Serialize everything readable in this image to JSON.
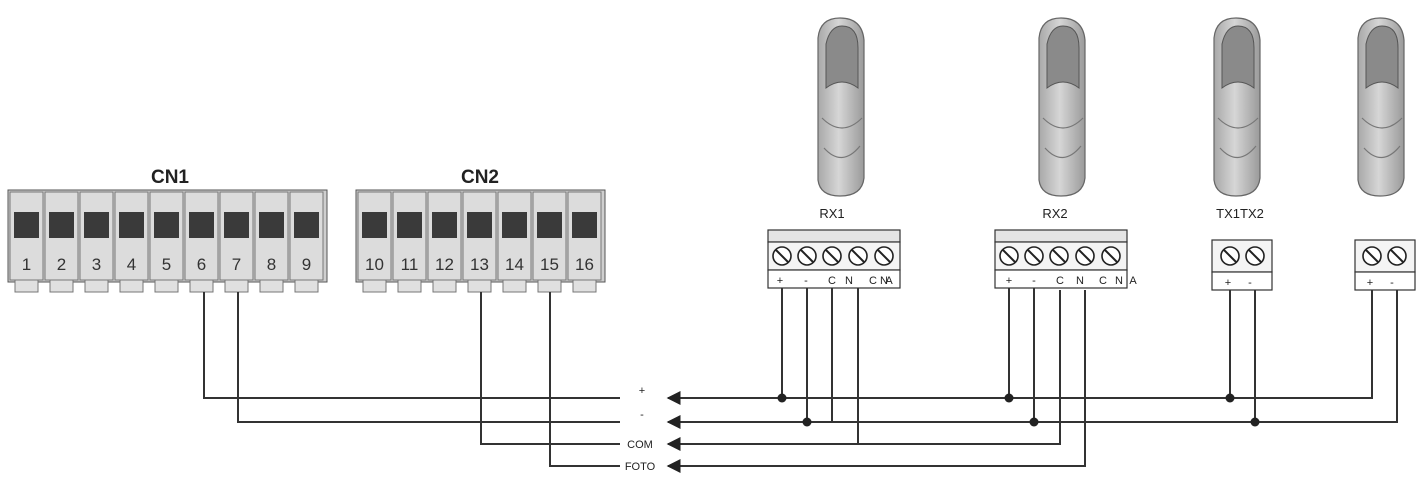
{
  "connectors": {
    "cn1": {
      "label": "CN1",
      "terminals": [
        "1",
        "2",
        "3",
        "4",
        "5",
        "6",
        "7",
        "8",
        "9"
      ]
    },
    "cn2": {
      "label": "CN2",
      "terminals": [
        "10",
        "11",
        "12",
        "13",
        "14",
        "15",
        "16"
      ]
    }
  },
  "devices": {
    "rx1": {
      "label": "RX1",
      "pins": [
        "+",
        "-",
        "C",
        "N",
        "C",
        "N",
        "A"
      ]
    },
    "rx2": {
      "label": "RX2",
      "pins": [
        "+",
        "-",
        "C",
        "N",
        "C",
        "N",
        "A"
      ]
    },
    "tx": {
      "label": "TX1TX2",
      "pins": [
        "+",
        "-"
      ]
    },
    "tx_b": {
      "pins": [
        "+",
        "-"
      ]
    }
  },
  "bus_labels": [
    "+",
    "-",
    "COM",
    "FOTO"
  ],
  "colors": {
    "wire": "#333333",
    "terminal_body": "#dcdcdc",
    "terminal_window": "#3a3a3a",
    "sensor_body": "#c4c4c4"
  }
}
